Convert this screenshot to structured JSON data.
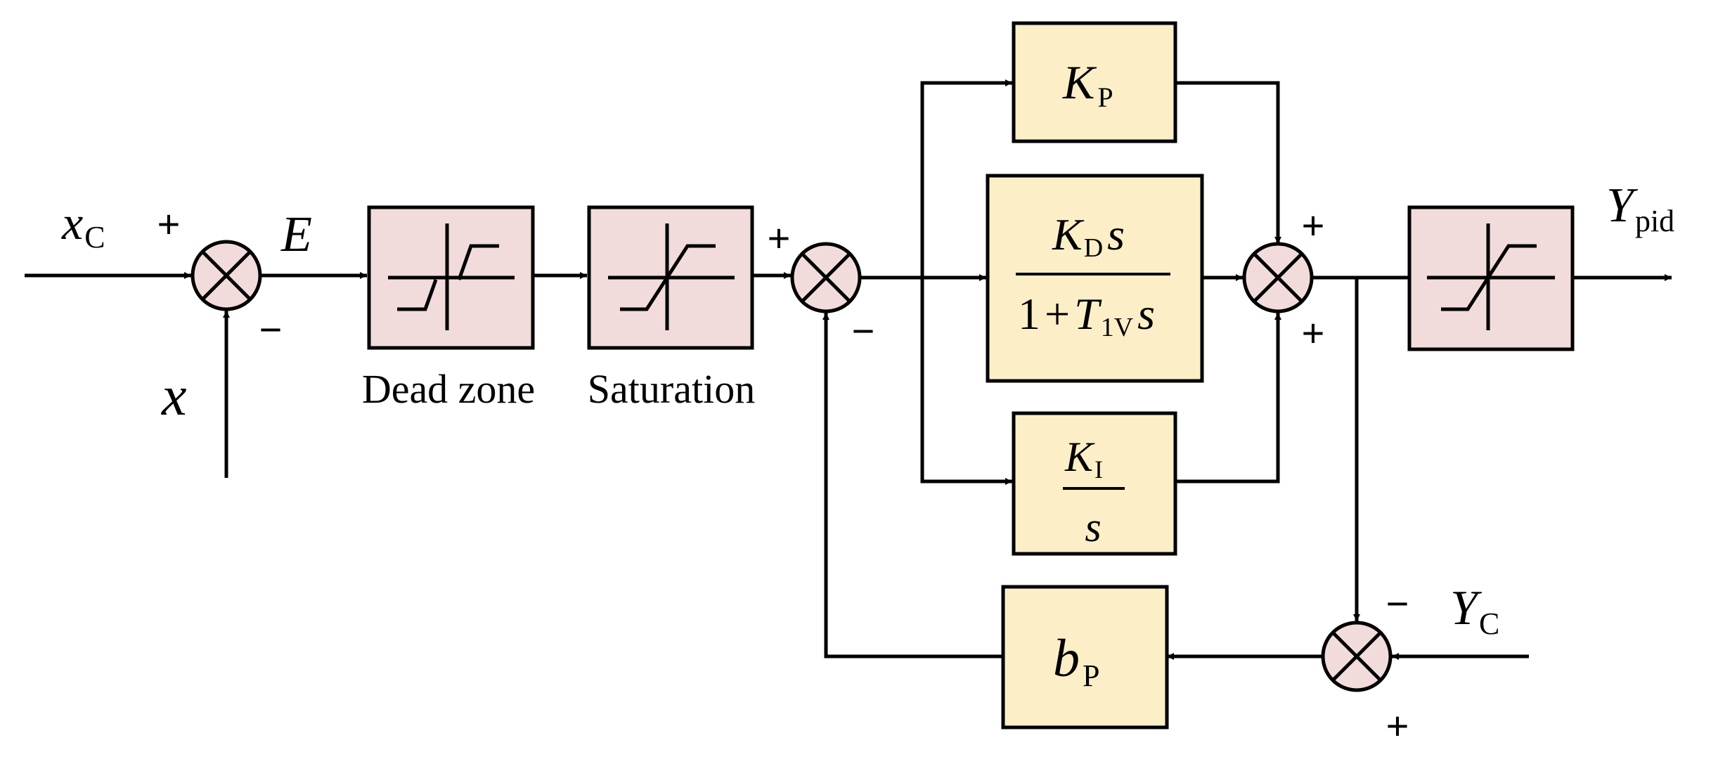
{
  "colors": {
    "nonlinear_block_fill": "#f2dcdb",
    "gain_block_fill": "#fcefc8",
    "summing_junction_fill": "#f2dcdb",
    "stroke": "#000000"
  },
  "signals": {
    "reference_var": "x",
    "reference_sub": "C",
    "feedback_var": "x",
    "error_var": "E",
    "output_var": "Y",
    "output_sub": "pid",
    "position_ref_var": "Y",
    "position_ref_sub": "C"
  },
  "labels": {
    "dead_zone": "Dead zone",
    "saturation": "Saturation"
  },
  "blocks": {
    "kp": {
      "sym": "K",
      "sub": "P"
    },
    "kd": {
      "num_sym": "K",
      "num_sub": "D",
      "num_var": "s",
      "den_one": "1",
      "den_plus": "+",
      "den_sym": "T",
      "den_sub": "1V",
      "den_var": "s"
    },
    "ki": {
      "num_sym": "K",
      "num_sub": "I",
      "den_var": "s"
    },
    "bp": {
      "sym": "b",
      "sub": "P"
    }
  },
  "signs": {
    "sum1_in": "+",
    "sum1_fb": "−",
    "sum2_in": "+",
    "sum2_fb": "−",
    "sum3_top": "+",
    "sum3_bottom": "+",
    "sum4_top": "−",
    "sum4_bottom": "+"
  }
}
